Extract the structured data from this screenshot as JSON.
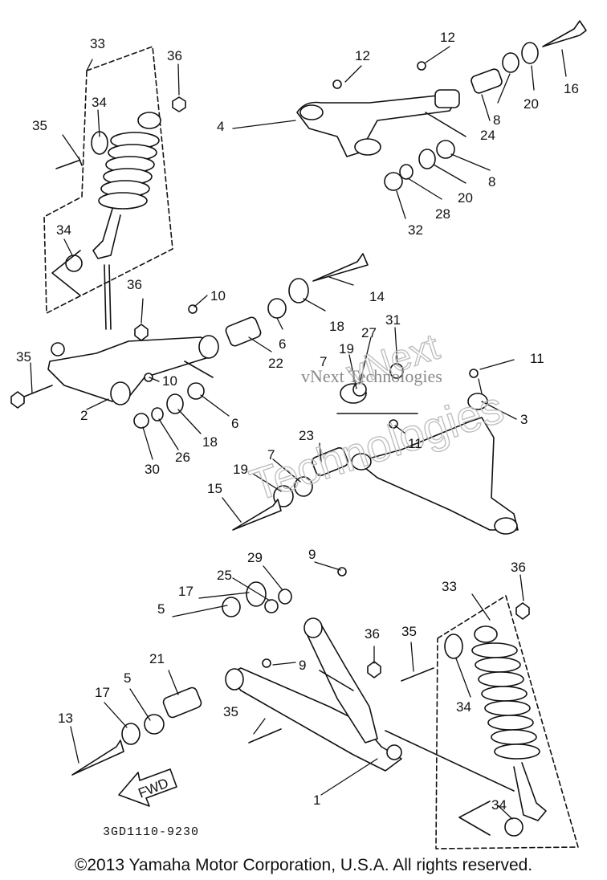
{
  "diagram": {
    "part_labels": {
      "n1": "1",
      "n2": "2",
      "n3": "3",
      "n4": "4",
      "n5a": "5",
      "n5b": "5",
      "n6a": "6",
      "n6b": "6",
      "n7a": "7",
      "n7b": "7",
      "n8a": "8",
      "n8b": "8",
      "n9a": "9",
      "n9b": "9",
      "n10a": "10",
      "n10b": "10",
      "n11a": "11",
      "n11b": "11",
      "n12a": "12",
      "n12b": "12",
      "n13": "13",
      "n14": "14",
      "n15": "15",
      "n16": "16",
      "n17a": "17",
      "n17b": "17",
      "n18a": "18",
      "n18b": "18",
      "n19a": "19",
      "n19b": "19",
      "n20a": "20",
      "n20b": "20",
      "n21": "21",
      "n22": "22",
      "n23": "23",
      "n24": "24",
      "n25": "25",
      "n26": "26",
      "n27": "27",
      "n28": "28",
      "n29": "29",
      "n30": "30",
      "n31": "31",
      "n32": "32",
      "n33a": "33",
      "n33b": "33",
      "n34a": "34",
      "n34b": "34",
      "n34c": "34",
      "n34d": "34",
      "n35a": "35",
      "n35b": "35",
      "n35c": "35",
      "n35d": "35",
      "n36a": "36",
      "n36b": "36",
      "n36c": "36",
      "n36d": "36"
    },
    "drawing_code": "3GD1110-9230",
    "fwd_label": "FWD",
    "watermark_outline_1": "vNext",
    "watermark_outline_2": "Technologies",
    "watermark_plain": "vNext Technologies"
  },
  "copyright": "©2013 Yamaha Motor Corporation, U.S.A. All rights reserved."
}
